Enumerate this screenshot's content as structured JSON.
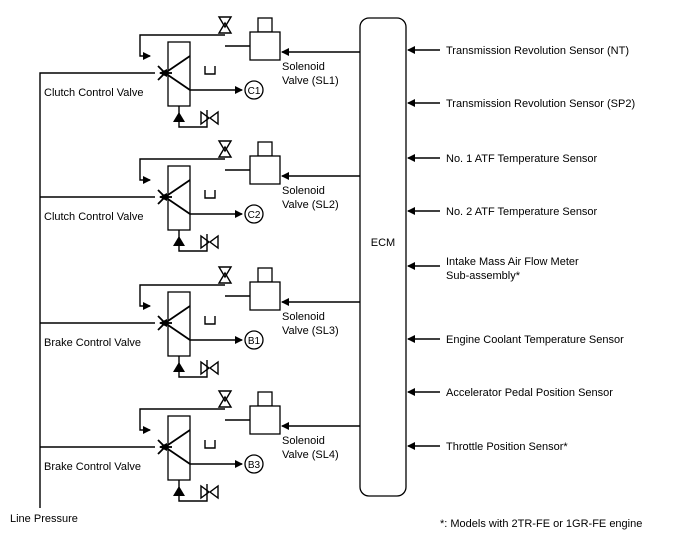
{
  "ecm": {
    "label": "ECM"
  },
  "line_pressure_label": "Line Pressure",
  "valves": [
    {
      "label": "Clutch Control Valve",
      "solenoid": [
        "Solenoid",
        "Valve (SL1)"
      ],
      "output": "C1"
    },
    {
      "label": "Clutch Control Valve",
      "solenoid": [
        "Solenoid",
        "Valve (SL2)"
      ],
      "output": "C2"
    },
    {
      "label": "Brake Control Valve",
      "solenoid": [
        "Solenoid",
        "Valve (SL3)"
      ],
      "output": "B1"
    },
    {
      "label": "Brake Control Valve",
      "solenoid": [
        "Solenoid",
        "Valve (SL4)"
      ],
      "output": "B3"
    }
  ],
  "sensors": [
    [
      "Transmission Revolution Sensor (NT)"
    ],
    [
      "Transmission Revolution Sensor (SP2)"
    ],
    [
      "No. 1 ATF Temperature Sensor"
    ],
    [
      "No. 2 ATF Temperature Sensor"
    ],
    [
      "Intake Mass Air Flow Meter",
      "Sub-assembly*"
    ],
    [
      "Engine Coolant Temperature Sensor"
    ],
    [
      "Accelerator Pedal Position Sensor"
    ],
    [
      "Throttle Position Sensor*"
    ]
  ],
  "footnote": "*: Models with 2TR-FE or 1GR-FE engine"
}
